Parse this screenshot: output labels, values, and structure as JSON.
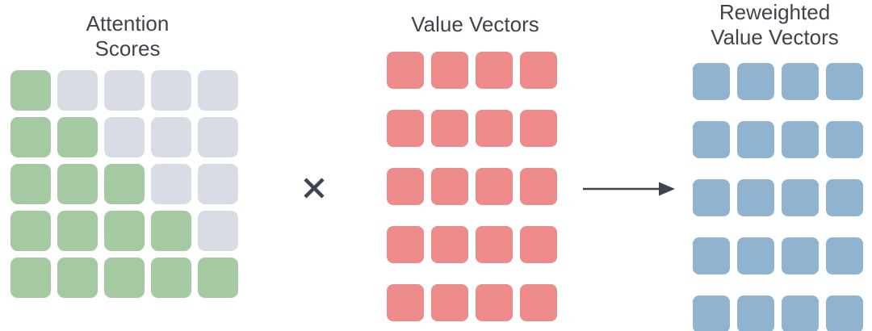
{
  "diagram": {
    "title_color": "#3d444f",
    "background": "#ffffff",
    "panels": [
      {
        "id": "attention-scores",
        "title": "Attention\nScores",
        "title_lines": [
          "Attention",
          "Scores"
        ],
        "rows": 5,
        "cols": 5,
        "active_color": "#a5c9a0",
        "inactive_color": "#d8dce4",
        "pattern_name": "causal-lower-triangular",
        "mask": [
          [
            1,
            0,
            0,
            0,
            0
          ],
          [
            1,
            1,
            0,
            0,
            0
          ],
          [
            1,
            1,
            1,
            0,
            0
          ],
          [
            1,
            1,
            1,
            1,
            0
          ],
          [
            1,
            1,
            1,
            1,
            1
          ]
        ]
      },
      {
        "id": "value-vectors",
        "title": "Value Vectors",
        "title_lines": [
          "Value Vectors"
        ],
        "rows": 5,
        "cols": 4,
        "active_color": "#ed8b8b",
        "inactive_color": "#ed8b8b",
        "pattern_name": "all-filled",
        "mask": [
          [
            1,
            1,
            1,
            1
          ],
          [
            1,
            1,
            1,
            1
          ],
          [
            1,
            1,
            1,
            1
          ],
          [
            1,
            1,
            1,
            1
          ],
          [
            1,
            1,
            1,
            1
          ]
        ]
      },
      {
        "id": "reweighted-value-vectors",
        "title": "Reweighted\nValue Vectors",
        "title_lines": [
          "Reweighted",
          "Value Vectors"
        ],
        "rows": 5,
        "cols": 4,
        "active_color": "#90b4cf",
        "inactive_color": "#90b4cf",
        "pattern_name": "all-filled",
        "mask": [
          [
            1,
            1,
            1,
            1
          ],
          [
            1,
            1,
            1,
            1
          ],
          [
            1,
            1,
            1,
            1
          ],
          [
            1,
            1,
            1,
            1
          ],
          [
            1,
            1,
            1,
            1
          ]
        ]
      }
    ],
    "operators": [
      {
        "id": "multiply",
        "glyph": "×",
        "icon_name": "multiply-icon",
        "color": "#3d444f"
      },
      {
        "id": "produces",
        "glyph": "→",
        "icon_name": "arrow-right-icon",
        "color": "#3d444f"
      }
    ]
  }
}
